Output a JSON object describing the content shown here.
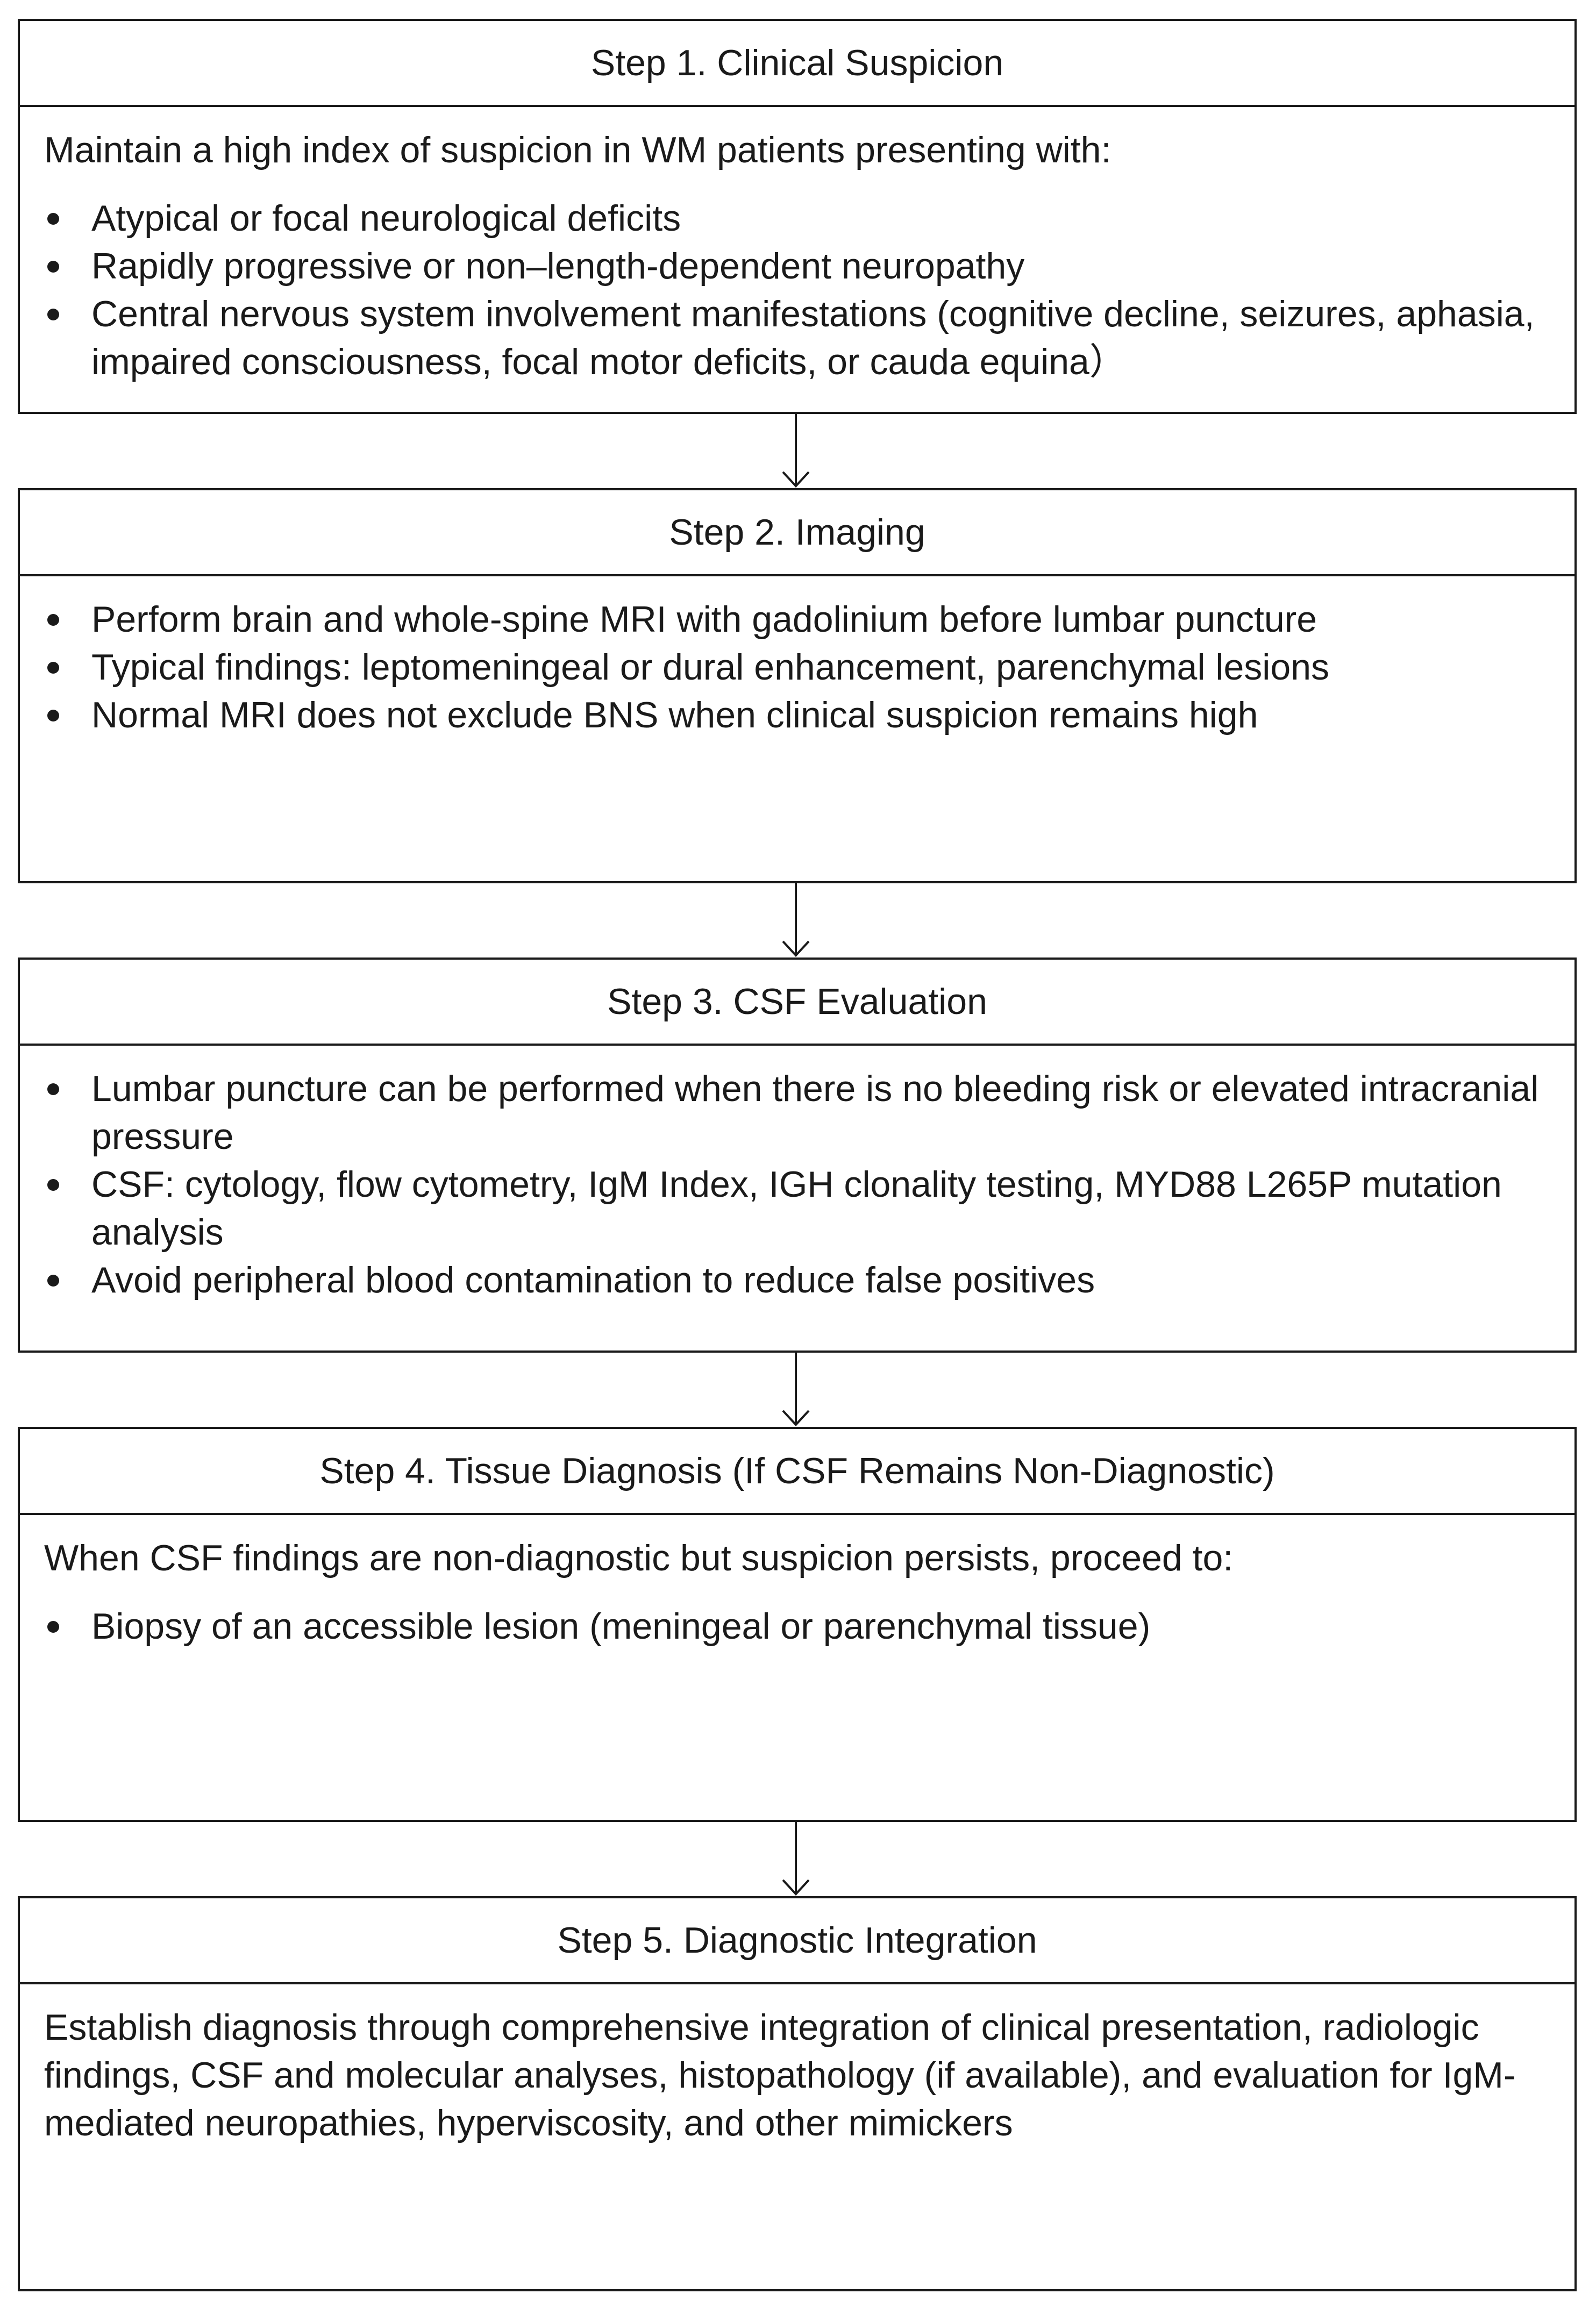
{
  "steps": [
    {
      "title": "Step 1. Clinical Suspicion",
      "intro": "Maintain a high index of suspicion in WM patients presenting with:",
      "bullets": [
        "Atypical or focal neurological deficits",
        "Rapidly progressive or non–length-dependent neuropathy",
        "Central nervous system involvement manifestations (cognitive decline, seizures, aphasia, impaired consciousness, focal motor deficits, or cauda equina）"
      ]
    },
    {
      "title": "Step 2. Imaging",
      "bullets": [
        "Perform brain and whole-spine MRI with gadolinium before lumbar puncture",
        "Typical findings: leptomeningeal or dural enhancement, parenchymal lesions",
        "Normal MRI does not exclude BNS when clinical suspicion remains high"
      ]
    },
    {
      "title": "Step 3. CSF Evaluation",
      "bullets": [
        "Lumbar puncture can be performed when there is no bleeding risk or elevated intracranial pressure",
        "CSF: cytology, flow cytometry, IgM Index, IGH clonality testing, MYD88 L265P mutation analysis",
        "Avoid peripheral blood contamination to reduce false positives"
      ]
    },
    {
      "title": "Step 4. Tissue Diagnosis (If CSF Remains Non-Diagnostic)",
      "intro": "When CSF findings are non-diagnostic but suspicion persists, proceed to:",
      "bullets": [
        "Biopsy of an accessible lesion (meningeal or parenchymal tissue)"
      ]
    },
    {
      "title": "Step 5. Diagnostic Integration",
      "paragraph": "Establish diagnosis through comprehensive integration of clinical presentation, radiologic findings, CSF and molecular analyses, histopathology (if available), and evaluation for IgM-mediated neuropathies, hyperviscosity, and other mimickers"
    }
  ]
}
